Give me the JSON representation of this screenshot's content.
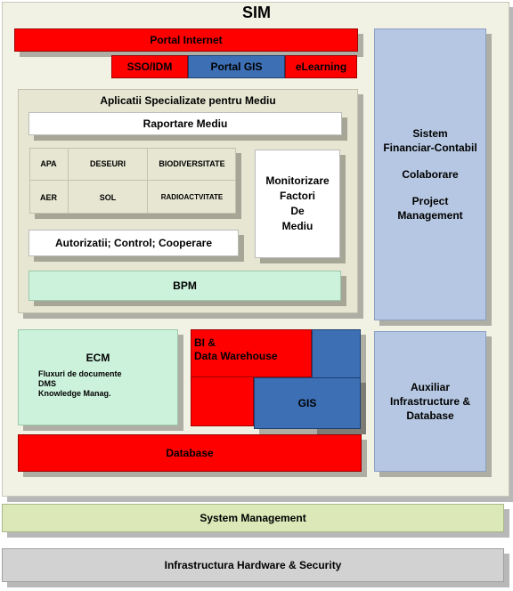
{
  "title": "SIM",
  "portal": {
    "label": "Portal Internet",
    "sso": "SSO/IDM",
    "gis": "Portal GIS",
    "elearning": "eLearning"
  },
  "apps": {
    "title": "Aplicatii Specializate pentru Mediu",
    "raportare": "Raportare Mediu",
    "grid": {
      "apa": "APA",
      "deseuri": "DESEURI",
      "biodiversitate": "BIODIVERSITATE",
      "aer": "AER",
      "sol": "SOL",
      "radioactivitate": "RADIOACTVITATE"
    },
    "monitorizare": [
      "Monitorizare",
      "Factori",
      "De",
      "Mediu"
    ],
    "autorizatii": "Autorizatii; Control; Cooperare",
    "bpm": "BPM"
  },
  "right_panel": {
    "line1": "Sistem",
    "line2": "Financiar-Contabil",
    "line3": "Colaborare",
    "line4": "Project",
    "line5": "Management"
  },
  "ecm": {
    "title": "ECM",
    "items": [
      "Fluxuri de documente",
      "DMS",
      "Knowledge Manag."
    ]
  },
  "bi": {
    "line1": "BI &",
    "line2": "Data Warehouse"
  },
  "gis": "GIS",
  "database": "Database",
  "auxiliar": {
    "line1": "Auxiliar",
    "line2": "Infrastructure &",
    "line3": "Database"
  },
  "system_management": "System Management",
  "infrastructura": "Infrastructura Hardware & Security"
}
